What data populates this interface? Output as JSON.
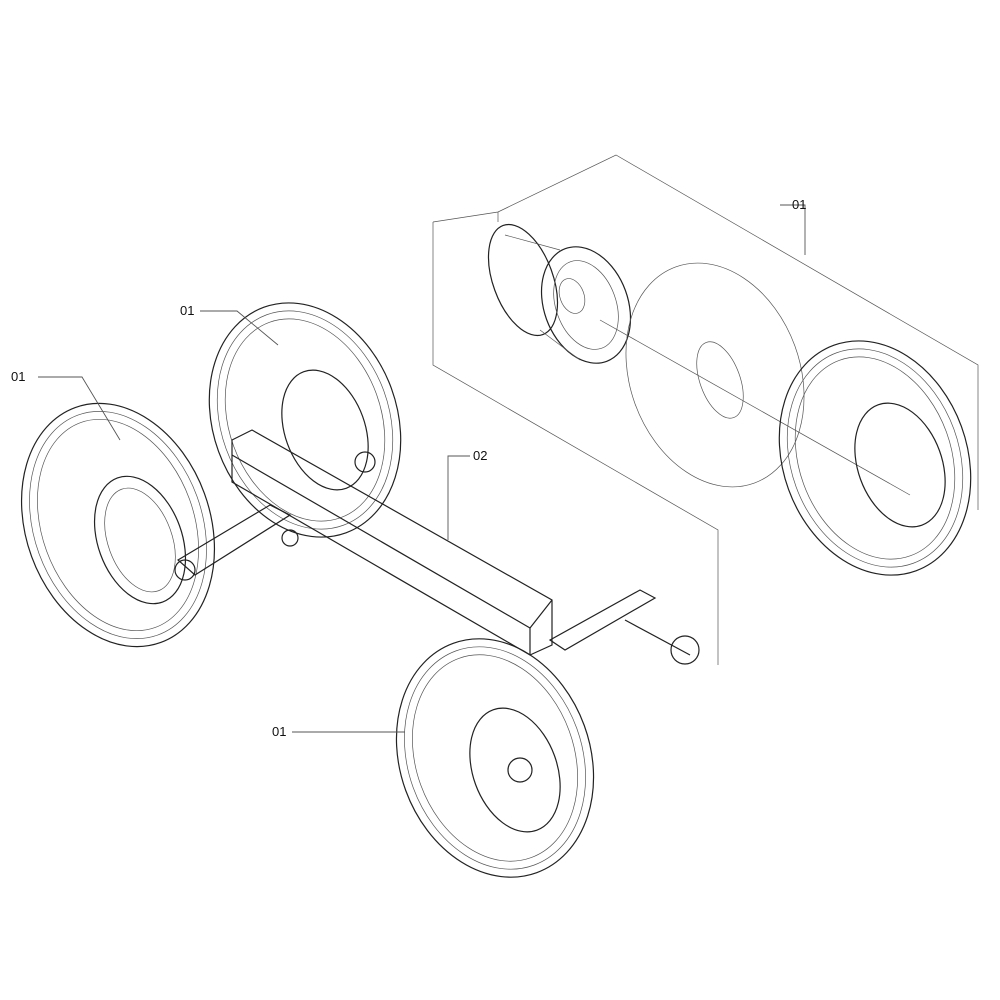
{
  "diagram": {
    "labels": [
      {
        "id": "wheel-left-front",
        "text": "01"
      },
      {
        "id": "wheel-left-rear",
        "text": "01"
      },
      {
        "id": "wheel-exploded",
        "text": "01"
      },
      {
        "id": "wheel-front-right",
        "text": "01"
      },
      {
        "id": "axle-frame",
        "text": "02"
      }
    ],
    "colors": {
      "line": "#222222",
      "background": "#ffffff"
    }
  }
}
